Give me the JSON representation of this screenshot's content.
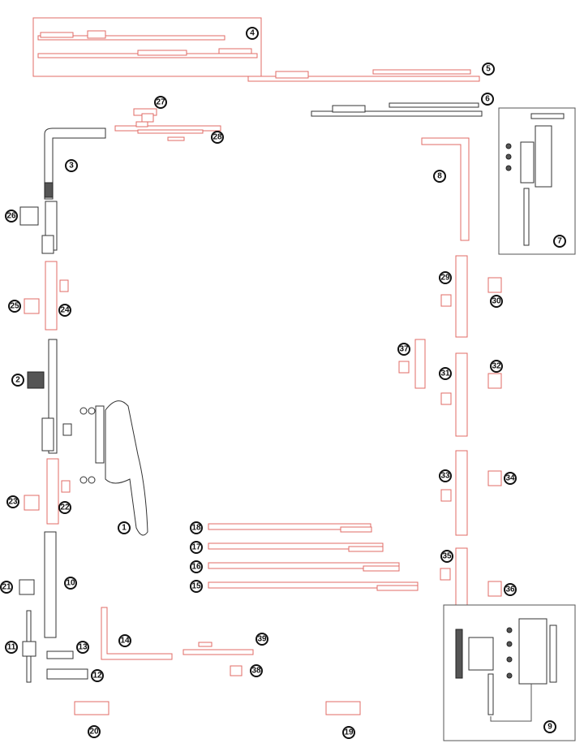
{
  "title": "Window hardware exploded parts diagram",
  "colors": {
    "highlight": "#e06b66",
    "standard": "#333333"
  },
  "callouts": {
    "c1": "1",
    "c2": "2",
    "c3": "3",
    "c4": "4",
    "c5": "5",
    "c6": "6",
    "c7": "7",
    "c8": "8",
    "c9": "9",
    "c10": "10",
    "c11": "11",
    "c12": "12",
    "c13": "13",
    "c14": "14",
    "c15": "15",
    "c16": "16",
    "c17": "17",
    "c18": "18",
    "c19": "19",
    "c20": "20",
    "c21": "21",
    "c22": "22",
    "c23": "23",
    "c24": "24",
    "c25": "25",
    "c26": "26",
    "c27": "27",
    "c28": "28",
    "c29": "29",
    "c30": "30",
    "c31": "31",
    "c32": "32",
    "c33": "33",
    "c34": "34",
    "c35": "35",
    "c36": "36",
    "c37": "37",
    "c38": "38",
    "c39": "39"
  }
}
